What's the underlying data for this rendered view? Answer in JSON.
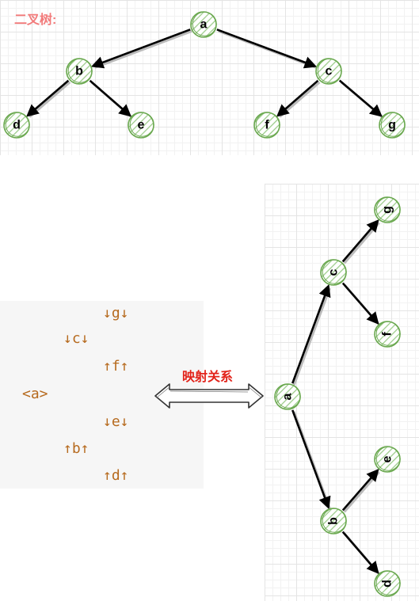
{
  "tree_title": "二叉树:",
  "top_tree": {
    "nodes": [
      "a",
      "b",
      "c",
      "d",
      "e",
      "f",
      "g"
    ],
    "edges": [
      [
        "a",
        "b"
      ],
      [
        "a",
        "c"
      ],
      [
        "b",
        "d"
      ],
      [
        "b",
        "e"
      ],
      [
        "c",
        "f"
      ],
      [
        "c",
        "g"
      ]
    ]
  },
  "text_lines": [
    "↓g↓",
    "↓c↓",
    "↑f↑",
    "<a>",
    "↓e↓",
    "↑b↑",
    "↑d↑"
  ],
  "mapping_label": "映射关系",
  "right_tree": {
    "nodes": [
      "a",
      "c",
      "g",
      "f",
      "b",
      "e",
      "d"
    ],
    "edges": [
      [
        "a",
        "c"
      ],
      [
        "c",
        "g"
      ],
      [
        "c",
        "f"
      ],
      [
        "a",
        "b"
      ],
      [
        "b",
        "e"
      ],
      [
        "b",
        "d"
      ]
    ]
  },
  "colors": {
    "node_stroke": "#6aa84f",
    "title": "#f27a7a",
    "mapping_label": "#e2231a",
    "text_lines": "#b66a1e"
  }
}
